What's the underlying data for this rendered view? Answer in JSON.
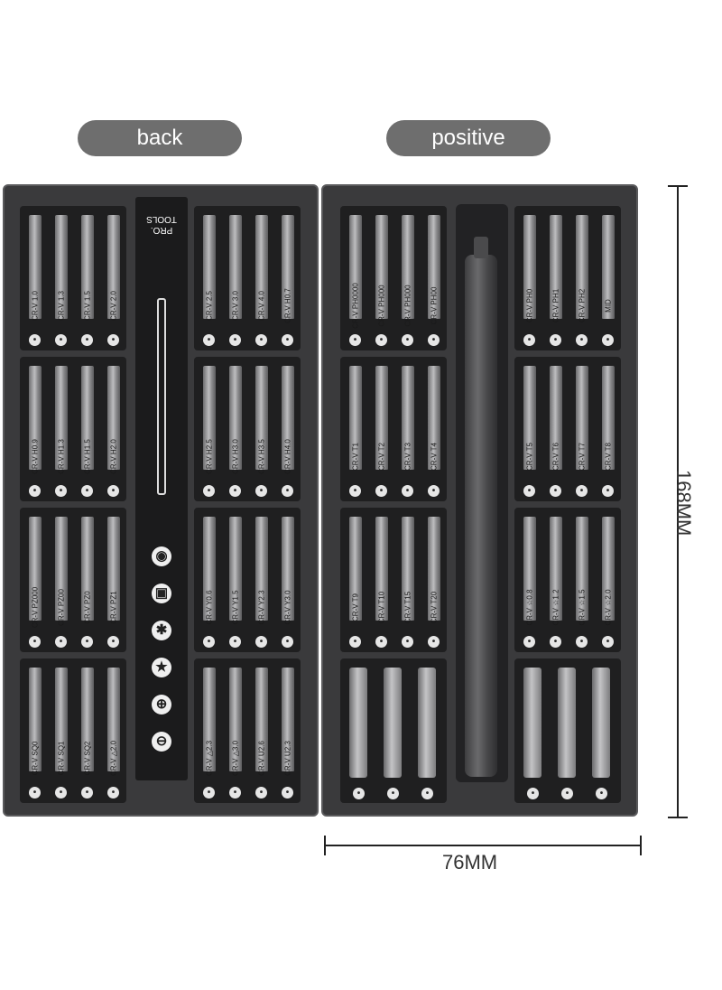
{
  "labels": {
    "back": "back",
    "positive": "positive"
  },
  "brand": "PRO. TOOLS",
  "dimensions": {
    "width": "76MM",
    "height": "168MM"
  },
  "back_case": {
    "groups": [
      [
        "CR-V 1.0",
        "CR-V 1.3",
        "CR-V 1.5",
        "CR-V 2.0"
      ],
      [
        "CR-V 2.5",
        "CR-V 3.0",
        "CR-V 4.0",
        "CR-V H0.7"
      ],
      [
        "CR-V H0.9",
        "CR-V H1.3",
        "CR-V H1.5",
        "CR-V H2.0"
      ],
      [
        "CR-V H2.5",
        "CR-V H3.0",
        "CR-V H3.5",
        "CR-V H4.0"
      ],
      [
        "CR-V PZ000",
        "CR-V PZ00",
        "CR-V PZ0",
        "CR-V PZ1"
      ],
      [
        "CR-V Y0.6",
        "CR-V Y1.5",
        "CR-V Y2.3",
        "CR-V Y3.0"
      ],
      [
        "CR-V SQ0",
        "CR-V SQ1",
        "CR-V SQ2",
        "CR-V △2.0"
      ],
      [
        "CR-V △2.3",
        "CR-V △3.0",
        "CR-V U2.6",
        "CR-V U2.3"
      ]
    ],
    "strip_symbols": [
      "◉",
      "▣",
      "✱",
      "★",
      "⊕",
      "⊖"
    ]
  },
  "front_case": {
    "groups": [
      [
        "CR-V PH0000",
        "CR-V PH000",
        "CR-V PH000",
        "CR-V PH00"
      ],
      [
        "CR-V PH0",
        "CR-V PH1",
        "CR-V PH2",
        "MID"
      ],
      [
        "CR-V T1",
        "CR-V T2",
        "CR-V T3",
        "CR-V T4"
      ],
      [
        "CR-V T5",
        "CR-V T6",
        "CR-V T7",
        "CR-V T8"
      ],
      [
        "CR-V T9",
        "CR-V T10",
        "CR-V T15",
        "CR-V T20"
      ],
      [
        "CR-V ☆0.8",
        "CR-V ☆1.2",
        "CR-V ☆1.5",
        "CR-V ☆2.0"
      ]
    ]
  }
}
